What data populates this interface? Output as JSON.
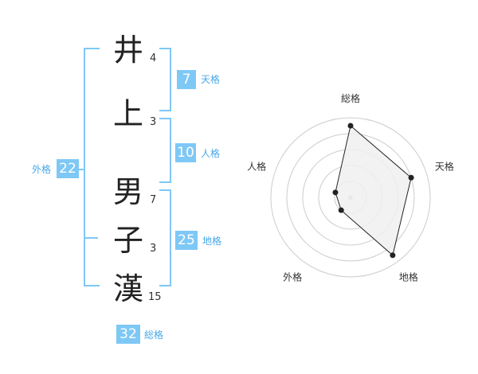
{
  "characters": [
    {
      "char": "井",
      "strokes": "4"
    },
    {
      "char": "上",
      "strokes": "3"
    },
    {
      "char": "男",
      "strokes": "7"
    },
    {
      "char": "子",
      "strokes": "3"
    },
    {
      "char": "漢",
      "strokes": "15"
    }
  ],
  "fortunes": {
    "tenkaku": {
      "label": "天格",
      "value": "7"
    },
    "jinkaku": {
      "label": "人格",
      "value": "10"
    },
    "chikaku": {
      "label": "地格",
      "value": "25"
    },
    "gaikaku": {
      "label": "外格",
      "value": "22"
    },
    "soukaku": {
      "label": "総格",
      "value": "32"
    }
  },
  "chart_data": {
    "type": "radar",
    "axes": [
      "総格",
      "天格",
      "地格",
      "外格",
      "人格"
    ],
    "values": [
      4.5,
      4,
      4.5,
      1,
      1
    ],
    "max": 5,
    "rings": 5,
    "colors": {
      "fill": "#f0f0f0",
      "line": "#222222",
      "grid": "#cccccc",
      "center": "#bbbbbb"
    }
  }
}
